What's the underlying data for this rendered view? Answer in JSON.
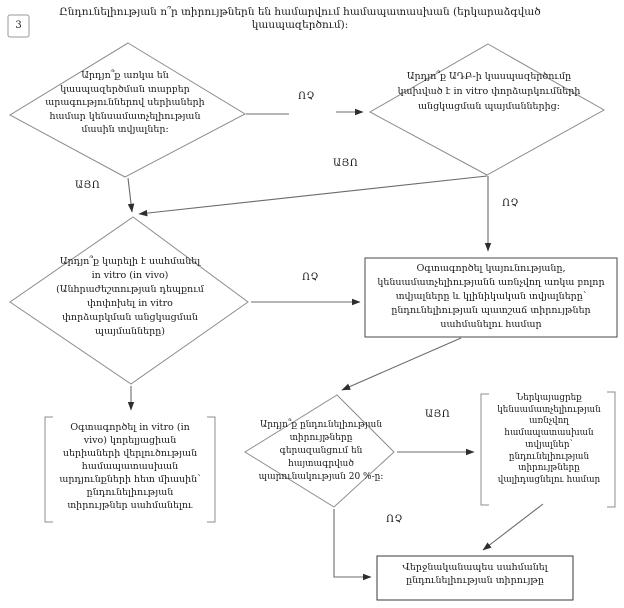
{
  "page": {
    "title": "Ընդունելիության ո՞ր տիրույթներն են համարվում համապատասխան (երկարաձգված կասպազերծում):",
    "page_number": "3"
  },
  "labels": {
    "yes": "ԱՅՈ",
    "no": "ՈՉ"
  },
  "nodes": {
    "d1": {
      "type": "decision",
      "text": "Արդյո՞ք առկա են\nկասպազերծման տարբեր\nարագություններով սերիաների\nհամար կենսամատչելիության\nմասին տվյալներ:"
    },
    "d2": {
      "type": "decision",
      "text": "Արդյո՞ք ԱԴԲ-ի կասպազերծումը\nկախված է in vitro փորձարկումների\nանցկացման պայմաններից:"
    },
    "d3": {
      "type": "decision",
      "text": "Արդյո՞ք կարելի է սահմանել\nin vitro (in vivo)\n(Անհրաժեշտության դեպքում\nփոփոխել in vitro\nփորձարկման անցկացման\nպայմանները)"
    },
    "d4": {
      "type": "decision",
      "text": "Արդյո՞ք ընդունելիության\nտիրույթները\nգերազանցում են\nհայտագրված\nպարունակության 20 %-ը:"
    },
    "r1": {
      "type": "process",
      "text": "Օգտագործել կայունությանը,\nկենսամատչելիությանն առնչվող առկա բոլոր\nտվյալները և կլինիկական տվյալները՝\nընդունելիության պատշաճ տիրույթներ\nսահմանելու համար"
    },
    "b1": {
      "type": "process-bracketed",
      "text": "Օգտագործել in vitro (in\nvivo) կորելյացիան\nսերիաների վերլուծության\nհամապատասխան\nարդյունքների հետ միասին՝\nընդունելիության\nտիրույթներ սահմանելու"
    },
    "b2": {
      "type": "process-bracketed",
      "text": "Ներկայացրեք\nկենսամատչելիության\nառնչվող\nհամապատասխան\nտվյալներ՝\nընդունելիության\nտիրույթները\nվալիդացնելու համար"
    },
    "r2": {
      "type": "terminal",
      "text": "Վերջնականապես սահմանել\nընդունելիության տիրույթը"
    }
  },
  "colors": {
    "background": "#ffffff",
    "text": "#1a1a1a",
    "shape_outline": "#8c8c8c",
    "rect_outline": "#4a4a4a",
    "connector": "#6b6b6b",
    "arrowhead": "#2e2e2e"
  }
}
